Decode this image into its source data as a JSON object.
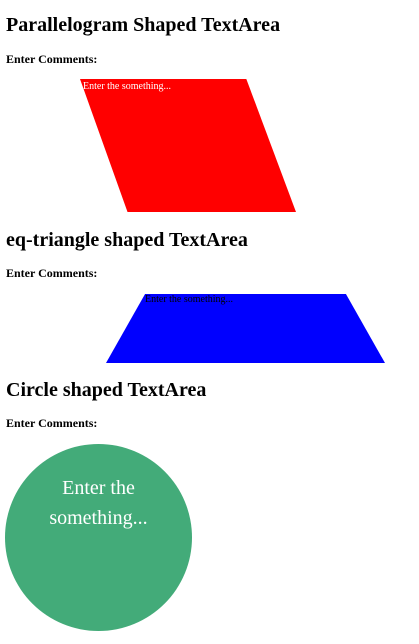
{
  "sections": [
    {
      "heading": "Parallelogram Shaped TextArea",
      "label": "Enter Comments:",
      "placeholder": "Enter the something...",
      "color": "#ff0000"
    },
    {
      "heading": "eq-triangle shaped TextArea",
      "label": "Enter Comments:",
      "placeholder": "Enter the something...",
      "color": "#0000ff"
    },
    {
      "heading": "Circle shaped TextArea",
      "label": "Enter Comments:",
      "placeholder": "Enter the something...",
      "color": "#43ab79"
    }
  ]
}
